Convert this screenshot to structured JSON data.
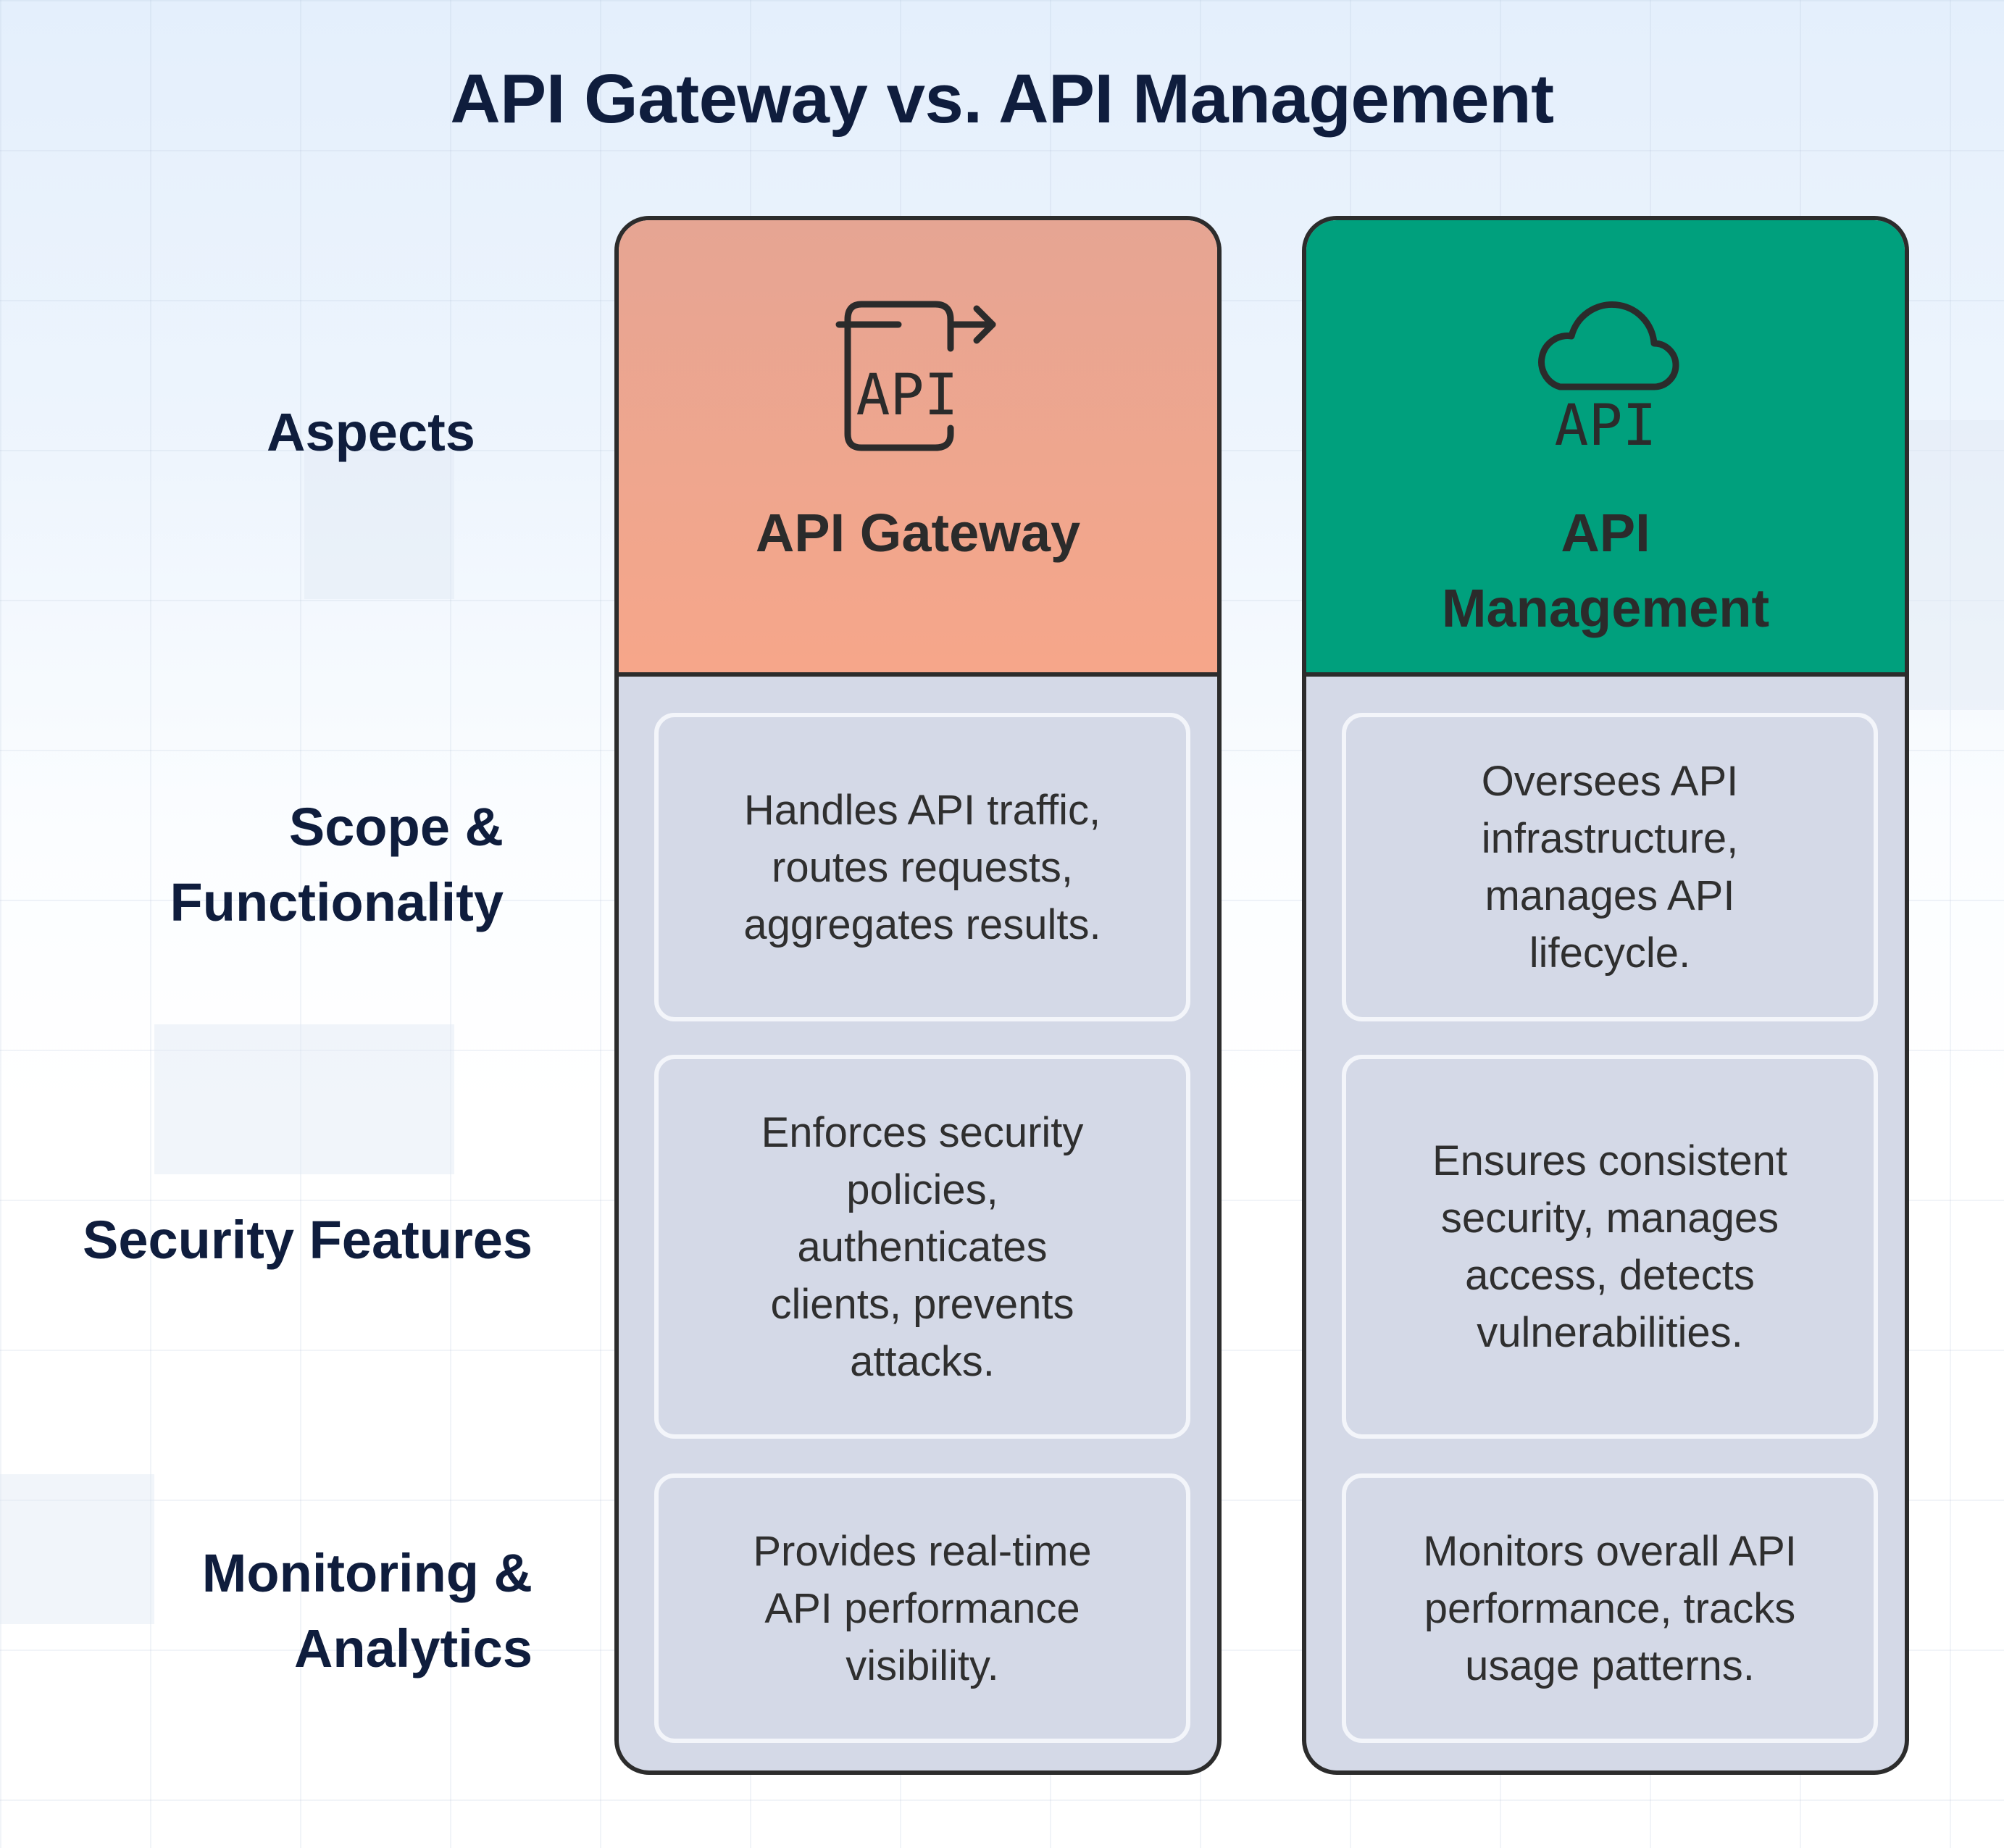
{
  "title": "API Gateway vs. API Management",
  "aspects": {
    "header": "Aspects",
    "rows": [
      "Scope &\nFunctionality",
      "Security Features",
      "Monitoring &\nAnalytics"
    ]
  },
  "columns": [
    {
      "heading": "API Gateway",
      "icon": "api-gateway-arrow-icon",
      "icon_text": "API",
      "header_color": "#f4a68b",
      "cells": [
        "Handles API traffic,\nroutes requests,\naggregates results.",
        "Enforces security\npolicies,\nauthenticates\nclients, prevents\nattacks.",
        "Provides real-time\nAPI performance\nvisibility."
      ]
    },
    {
      "heading": "API\nManagement",
      "icon": "api-cloud-icon",
      "icon_text": "API",
      "header_color": "#00a07d",
      "cells": [
        "Oversees API\ninfrastructure,\nmanages API\nlifecycle.",
        "Ensures consistent\nsecurity, manages\naccess, detects\nvulnerabilities.",
        "Monitors overall API\nperformance, tracks\nusage patterns."
      ]
    }
  ]
}
